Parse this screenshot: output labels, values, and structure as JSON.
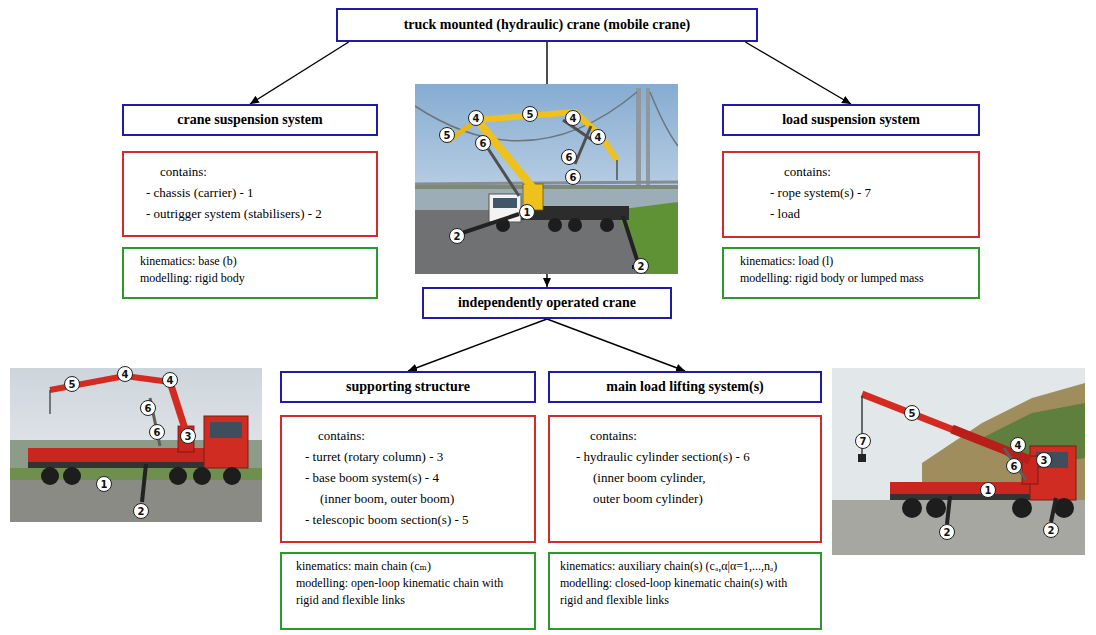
{
  "diagram": {
    "nodes": [
      {
        "text": [
          "truck mounted (hydraulic) crane (mobile crane)"
        ]
      },
      {
        "text": [
          "crane suspension system"
        ]
      },
      {
        "text": [
          "contains:",
          "- chassis (carrier) - 1",
          "- outrigger system (stabilisers) - 2"
        ]
      },
      {
        "text": [
          "kinematics: base (b)",
          "modelling: rigid body"
        ]
      },
      {
        "text": [
          "load suspension system"
        ]
      },
      {
        "text": [
          "contains:",
          "- rope system(s) - 7",
          "- load"
        ]
      },
      {
        "text": [
          "kinematics: load (l)",
          "modelling: rigid body or lumped mass"
        ]
      },
      {
        "text": [
          "independently operated crane"
        ]
      },
      {
        "text": [
          "supporting structure"
        ]
      },
      {
        "text": [
          "contains:",
          "- turret (rotary column) - 3",
          "- base boom system(s) - 4",
          "(inner boom, outer boom)",
          "- telescopic boom section(s) - 5"
        ]
      },
      {
        "text": [
          "kinematics: main chain (cₘ)",
          "modelling: open-loop kinematic chain with rigid and flexible links"
        ]
      },
      {
        "text": [
          "main load lifting system(s)"
        ]
      },
      {
        "text": [
          "contains:",
          "- hydraulic cylinder section(s) - 6",
          "(inner boom cylinder, outer boom cylinder)"
        ]
      },
      {
        "text": [
          "kinematics: auxiliary chain(s) (cₐ,α|α=1,...,nₐ)",
          "modelling: closed-loop kinematic chain(s) with rigid and flexible links"
        ]
      }
    ],
    "edges": [
      {
        "from": 0,
        "to": 1,
        "arrow": "to"
      },
      {
        "from": 0,
        "to": 4,
        "arrow": "to"
      },
      {
        "from": 0,
        "to": 7,
        "arrow": "to"
      },
      {
        "from": 7,
        "to": 8,
        "arrow": "to"
      },
      {
        "from": 7,
        "to": 11,
        "arrow": "to"
      }
    ],
    "labels": [
      "5",
      "4",
      "6",
      "5",
      "4",
      "4",
      "6",
      "6",
      "1",
      "2",
      "2",
      "5",
      "4",
      "4",
      "6",
      "6",
      "3",
      "1",
      "2",
      "5",
      "7",
      "4",
      "6",
      "3",
      "1",
      "2",
      "2"
    ]
  }
}
